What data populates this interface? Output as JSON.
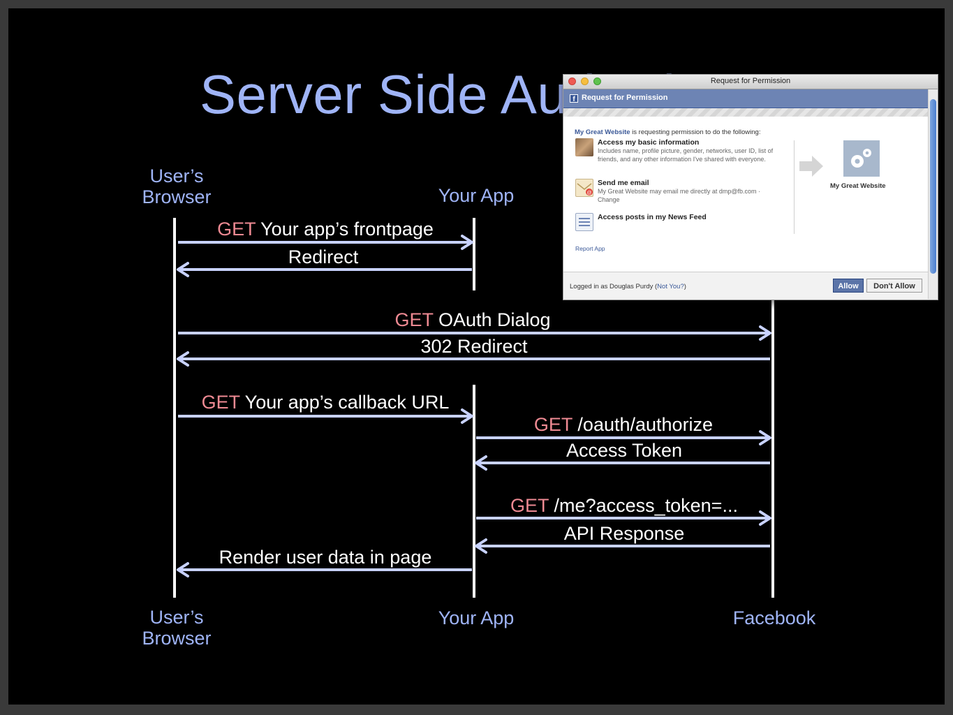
{
  "title": "Server Side Auth Flow",
  "actors": {
    "browser": "User’s\nBrowser",
    "app": "Your App",
    "facebook": "Facebook"
  },
  "messages": [
    {
      "verb": "GET",
      "text": " Your app’s frontpage"
    },
    {
      "verb": "",
      "text": "Redirect"
    },
    {
      "verb": "GET",
      "text": " OAuth Dialog"
    },
    {
      "verb": "",
      "text": "302 Redirect"
    },
    {
      "verb": "GET",
      "text": " Your app’s callback URL"
    },
    {
      "verb": "GET",
      "text": " /oauth/authorize"
    },
    {
      "verb": "",
      "text": "Access Token"
    },
    {
      "verb": "GET",
      "text": " /me?access_token=..."
    },
    {
      "verb": "",
      "text": "API Response"
    },
    {
      "verb": "",
      "text": "Render user data in page"
    }
  ],
  "colors": {
    "actor": "#9fb4f7",
    "verb": "#ef8a93",
    "arrow": "#c8d2ff",
    "lifeline": "#ffffff"
  },
  "dialog": {
    "window_title": "Request for Permission",
    "header_title": "Request for Permission",
    "header_icon": "facebook-f-icon",
    "intro_site": "My Great Website",
    "intro_text": " is requesting permission to do the following:",
    "permissions": [
      {
        "icon": "user-photo-icon",
        "title": "Access my basic information",
        "desc": "Includes name, profile picture, gender, networks, user ID, list of friends, and any other information I've shared with everyone."
      },
      {
        "icon": "email-icon",
        "title": "Send me email",
        "desc": "My Great Website may email me directly at dmp@fb.com · Change"
      },
      {
        "icon": "news-feed-icon",
        "title": "Access posts in my News Feed",
        "desc": ""
      }
    ],
    "app_icon": "gears-icon",
    "app_name": "My Great Website",
    "report_link": "Report App",
    "logged_in_prefix": "Logged in as Douglas Purdy (",
    "not_you_link": "Not You?",
    "logged_in_suffix": ")",
    "allow_label": "Allow",
    "deny_label": "Don't Allow"
  }
}
